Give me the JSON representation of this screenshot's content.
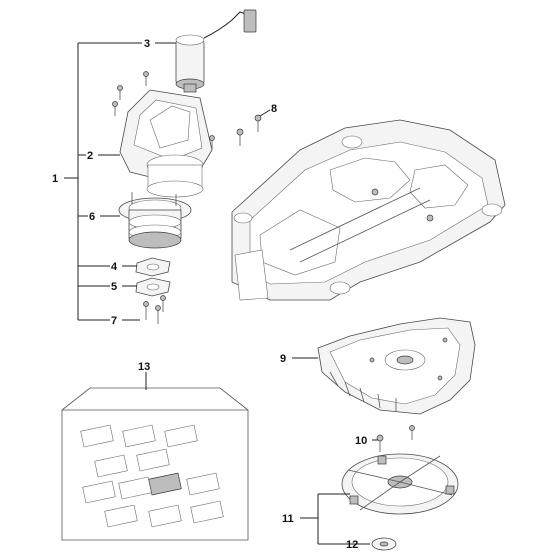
{
  "callouts": {
    "c1": "1",
    "c2": "2",
    "c3": "3",
    "c4": "4",
    "c5": "5",
    "c6": "6",
    "c7": "7",
    "c8": "8",
    "c9": "9",
    "c10": "10",
    "c11": "11",
    "c12": "12",
    "c13": "13"
  },
  "colors": {
    "line": "#222222",
    "part_fill": "#f4f4f4",
    "part_stroke": "#4a4a4a",
    "highlight": "#111111"
  }
}
